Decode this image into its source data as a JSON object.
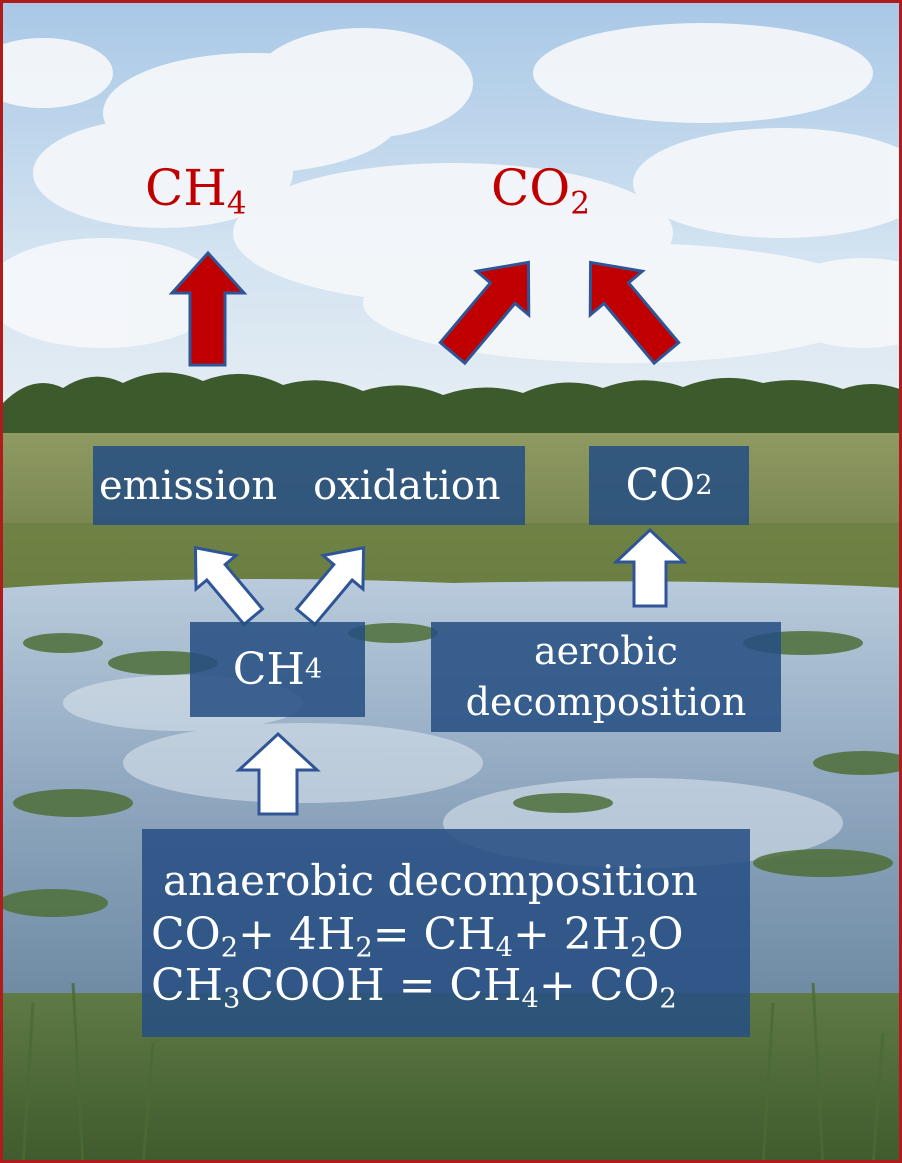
{
  "title_gases": {
    "methane": {
      "base": "CH",
      "sub": "4"
    },
    "carbon_dioxide": {
      "base": "CO",
      "sub": "2"
    }
  },
  "boxes": {
    "emission": "emission",
    "oxidation": "oxidation",
    "co2_product": {
      "base": "CO",
      "sub": "2"
    },
    "ch4_pool": {
      "base": "CH",
      "sub": "4"
    },
    "aerobic": {
      "line1": "aerobic",
      "line2": "decomposition"
    },
    "anaerobic": {
      "heading": "anaerobic decomposition",
      "eq1": {
        "a": "CO",
        "a_sub": "2",
        "b": " + 4H",
        "b_sub": "2",
        "c": " = CH",
        "c_sub": "4",
        "d": " + 2H",
        "d_sub": "2",
        "e": "O"
      },
      "eq2": {
        "a": "CH",
        "a_sub": "3",
        "b": "COOH = CH",
        "b_sub": "4",
        "c": " + CO",
        "c_sub": "2"
      }
    }
  },
  "colors": {
    "frame": "#b01c1c",
    "gas_text": "#c00000",
    "box_fill": "#254e82",
    "red_arrow": "#c00000",
    "white_arrow": "#ffffff",
    "arrow_outline": "#2f5597"
  }
}
